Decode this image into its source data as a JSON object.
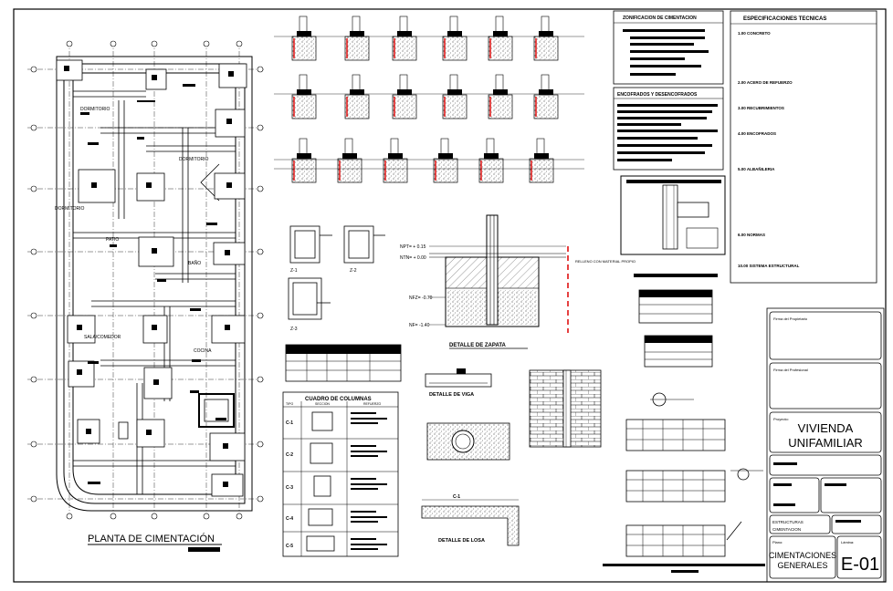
{
  "plan": {
    "title": "PLANTA DE CIMENTACIÓN",
    "labels": {
      "patio": "PATIO",
      "sala": "SALA/COMEDOR",
      "cocina": "COCINA",
      "dormitorio": "DORMITORIO",
      "bano": "BAÑO"
    }
  },
  "sections": {
    "levels": {
      "npt": "NPT= + 0.15",
      "ntn": "NTN= + 0.00",
      "nfz": "NFZ= -0.70",
      "nf": "NF= -1.40"
    },
    "zapata_title": "DETALLE DE ZAPATA",
    "zapata_note": "RELLENO CON MATERIAL PROPIO",
    "corte_label": "C-1",
    "z_labels": [
      "Z-1",
      "Z-2",
      "Z-3"
    ]
  },
  "columns_table": {
    "title": "CUADRO DE COLUMNAS",
    "header": [
      "TIPO",
      "SECCION",
      "REFUERZO"
    ],
    "types": [
      "C-1",
      "C-2",
      "C-3",
      "C-4",
      "C-5"
    ]
  },
  "notes": {
    "cimentacion_title": "ZONIFICACION DE CIMENTACION",
    "encofrados_title": "ENCOFRADOS Y DESENCOFRADOS",
    "specs_title": "ESPECIFICACIONES TECNICAS",
    "specs_items": [
      "1.00 CONCRETO",
      "2.00 ACERO DE REFUERZO",
      "3.00 RECUBRIMIENTOS",
      "4.00 ENCOFRADOS",
      "5.00 ALBAÑILERIA",
      "6.00 NORMAS",
      "10.00 SISTEMA ESTRUCTURAL"
    ]
  },
  "details": {
    "viga_title": "DETALLE DE VIGA",
    "muro_title": "DETALLE DE MURO",
    "losa_title": "DETALLE DE LOSA",
    "section_mark": "C-1"
  },
  "title_block": {
    "owner_label": "Firma del Propietario",
    "prof_label": "Firma del Profesional",
    "project_label": "Proyecto:",
    "project_name_1": "VIVIENDA",
    "project_name_2": "UNIFAMILIAR",
    "specialty": "ESTRUCTURAS",
    "sheet_topic": "CIMENTACION",
    "plano_label": "Plano:",
    "plano_name_1": "CIMENTACIONES",
    "plano_name_2": "GENERALES",
    "lamina_label": "Lámina:",
    "sheet_number": "E-01"
  }
}
